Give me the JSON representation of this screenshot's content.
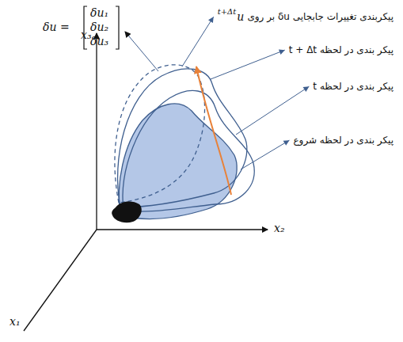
{
  "diagram": {
    "labels": [
      "δu =",
      "δu₁",
      "δu₂",
      "δu₃",
      "پیکربندی تغییرات جابجایی δu بر روی",
      "t+Δt",
      "u",
      "پیکر بندی در لحظه t + Δt",
      "پیکر بندی در لحظه t",
      "پیکر بندی در لحظه شروع",
      "x₃",
      "x₂",
      "x₁"
    ]
  }
}
